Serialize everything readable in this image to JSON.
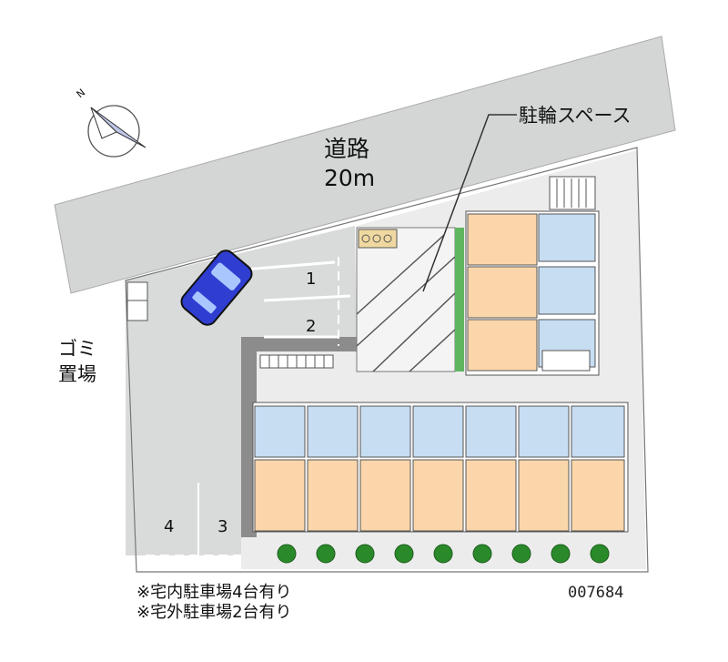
{
  "labels": {
    "road_name": "道路",
    "road_width": "20m",
    "bicycle_space": "駐輪スペース",
    "garbage_line1": "ゴミ",
    "garbage_line2": "置場",
    "compass_letter": "N"
  },
  "parking_spaces": [
    "1",
    "2",
    "3",
    "4"
  ],
  "notes": [
    "※宅内駐車場4台有り",
    "※宅外駐車場2台有り"
  ],
  "property_code": "007684",
  "colors": {
    "road": "#d4d6d6",
    "lot": "#d9dbdb",
    "unit": "#fbd6ab",
    "bath": "#c6ddf2",
    "wall": "#6b6b6b",
    "car": "#2f3ed1",
    "tree": "#2a8a2a",
    "hedge": "#4aa54a"
  }
}
